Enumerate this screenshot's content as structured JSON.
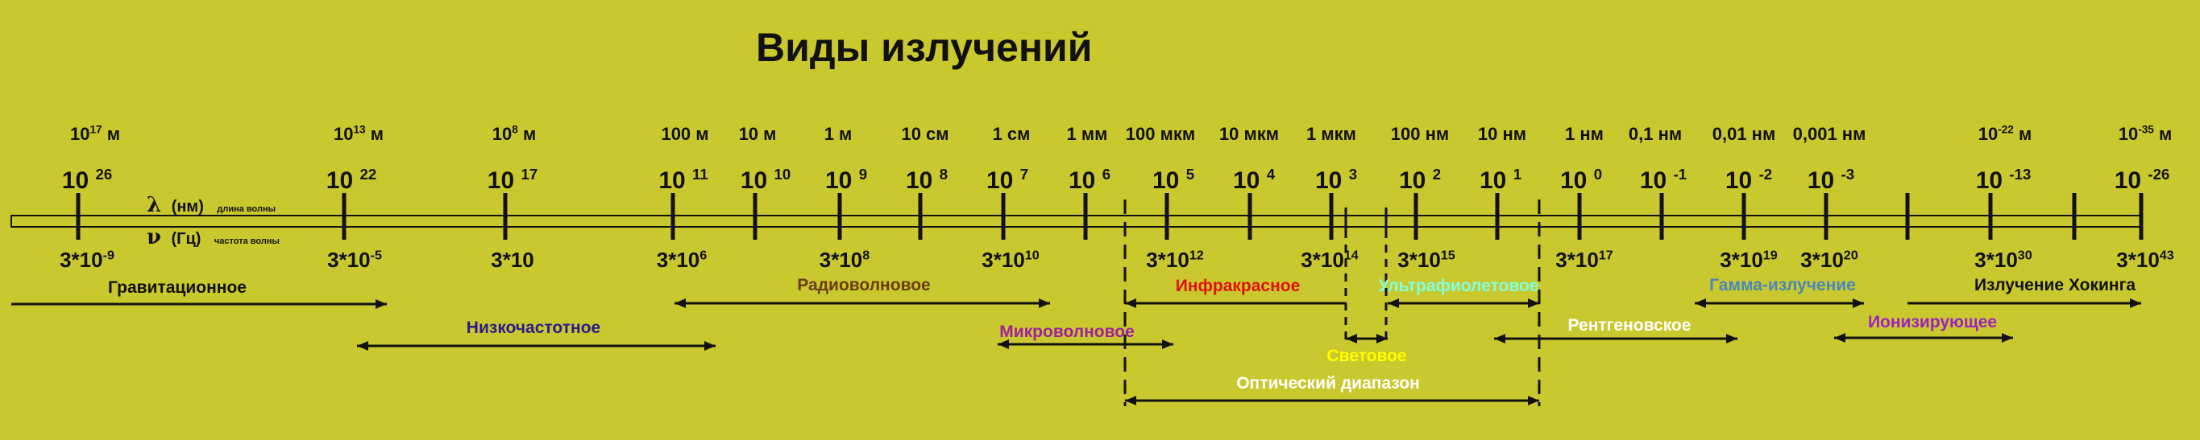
{
  "title": "Виды излучений",
  "axis_legend": {
    "lambda": {
      "symbol": "λ",
      "unit": "(нм)",
      "note": "длина волны"
    },
    "nu": {
      "symbol": "ν",
      "unit": "(Гц)",
      "note": "частота волны"
    }
  },
  "wavelength_labels": [
    {
      "base": "10",
      "sup": "17",
      "suffix": " м"
    },
    {
      "base": "10",
      "sup": "13",
      "suffix": " м"
    },
    {
      "base": "10",
      "sup": "8",
      "suffix": " м"
    },
    {
      "base": "100 м",
      "sup": "",
      "suffix": ""
    },
    {
      "base": "10 м",
      "sup": "",
      "suffix": ""
    },
    {
      "base": "1 м",
      "sup": "",
      "suffix": ""
    },
    {
      "base": "10 см",
      "sup": "",
      "suffix": ""
    },
    {
      "base": "1 см",
      "sup": "",
      "suffix": ""
    },
    {
      "base": "1 мм",
      "sup": "",
      "suffix": ""
    },
    {
      "base": "100 мкм",
      "sup": "",
      "suffix": ""
    },
    {
      "base": "10 мкм",
      "sup": "",
      "suffix": ""
    },
    {
      "base": "1 мкм",
      "sup": "",
      "suffix": ""
    },
    {
      "base": "100 нм",
      "sup": "",
      "suffix": ""
    },
    {
      "base": "10 нм",
      "sup": "",
      "suffix": ""
    },
    {
      "base": "1 нм",
      "sup": "",
      "suffix": ""
    },
    {
      "base": "0,1 нм",
      "sup": "",
      "suffix": ""
    },
    {
      "base": "0,01 нм",
      "sup": "",
      "suffix": ""
    },
    {
      "base": "0,001 нм",
      "sup": "",
      "suffix": ""
    },
    {
      "base": "10",
      "sup": "-22",
      "suffix": " м"
    },
    {
      "base": "10",
      "sup": "-35",
      "suffix": " м"
    }
  ],
  "exponent_labels": [
    {
      "base": "10 ",
      "sup": "26"
    },
    {
      "base": "10 ",
      "sup": "22"
    },
    {
      "base": "10 ",
      "sup": "17"
    },
    {
      "base": "10 ",
      "sup": "11"
    },
    {
      "base": "10 ",
      "sup": "10"
    },
    {
      "base": "10 ",
      "sup": "9"
    },
    {
      "base": "10 ",
      "sup": "8"
    },
    {
      "base": "10 ",
      "sup": "7"
    },
    {
      "base": "10 ",
      "sup": "6"
    },
    {
      "base": "10 ",
      "sup": "5"
    },
    {
      "base": "10 ",
      "sup": "4"
    },
    {
      "base": "10 ",
      "sup": "3"
    },
    {
      "base": "10 ",
      "sup": "2"
    },
    {
      "base": "10 ",
      "sup": "1"
    },
    {
      "base": "10 ",
      "sup": "0"
    },
    {
      "base": "10 ",
      "sup": "-1"
    },
    {
      "base": "10 ",
      "sup": "-2"
    },
    {
      "base": "10 ",
      "sup": "-3"
    },
    {
      "base": "10 ",
      "sup": "-13"
    },
    {
      "base": "10 ",
      "sup": "-26"
    }
  ],
  "frequency_labels": [
    {
      "base": "3*10",
      "sup": "-9"
    },
    {
      "base": "3*10",
      "sup": "-5"
    },
    {
      "base": "3*10",
      "sup": ""
    },
    {
      "base": "3*10",
      "sup": "6"
    },
    {
      "base": "3*10",
      "sup": "8"
    },
    {
      "base": "3*10",
      "sup": "10"
    },
    {
      "base": "3*10",
      "sup": "12"
    },
    {
      "base": "3*10",
      "sup": "14"
    },
    {
      "base": "3*10",
      "sup": "15"
    },
    {
      "base": "3*10",
      "sup": "17"
    },
    {
      "base": "3*10",
      "sup": "19"
    },
    {
      "base": "3*10",
      "sup": "20"
    },
    {
      "base": "3*10",
      "sup": "30"
    },
    {
      "base": "3*10",
      "sup": "43"
    }
  ],
  "bands": [
    {
      "name": "Гравитационное",
      "color": "#111111"
    },
    {
      "name": "Низкочастотное",
      "color": "#2a1a8c"
    },
    {
      "name": "Радиоволновое",
      "color": "#6a3b12"
    },
    {
      "name": "Инфракрасное",
      "color": "#e01010"
    },
    {
      "name": "Ультрафиолетовое",
      "color": "#7fffe0"
    },
    {
      "name": "Гамма-излучение",
      "color": "#4b86b8"
    },
    {
      "name": "Излучение Хокинга",
      "color": "#111111"
    },
    {
      "name": "Микроволновое",
      "color": "#a0209c"
    },
    {
      "name": "Световое",
      "color": "#ffff00"
    },
    {
      "name": "Рентгеновское",
      "color": "#ffffff"
    },
    {
      "name": "Ионизирующее",
      "color": "#a020c0"
    },
    {
      "name": "Оптический диапазон",
      "color": "#ffffff"
    }
  ],
  "colors": {
    "background": "#c9c92f",
    "axis": "#111111",
    "bar_fill": "#c9c92f"
  }
}
